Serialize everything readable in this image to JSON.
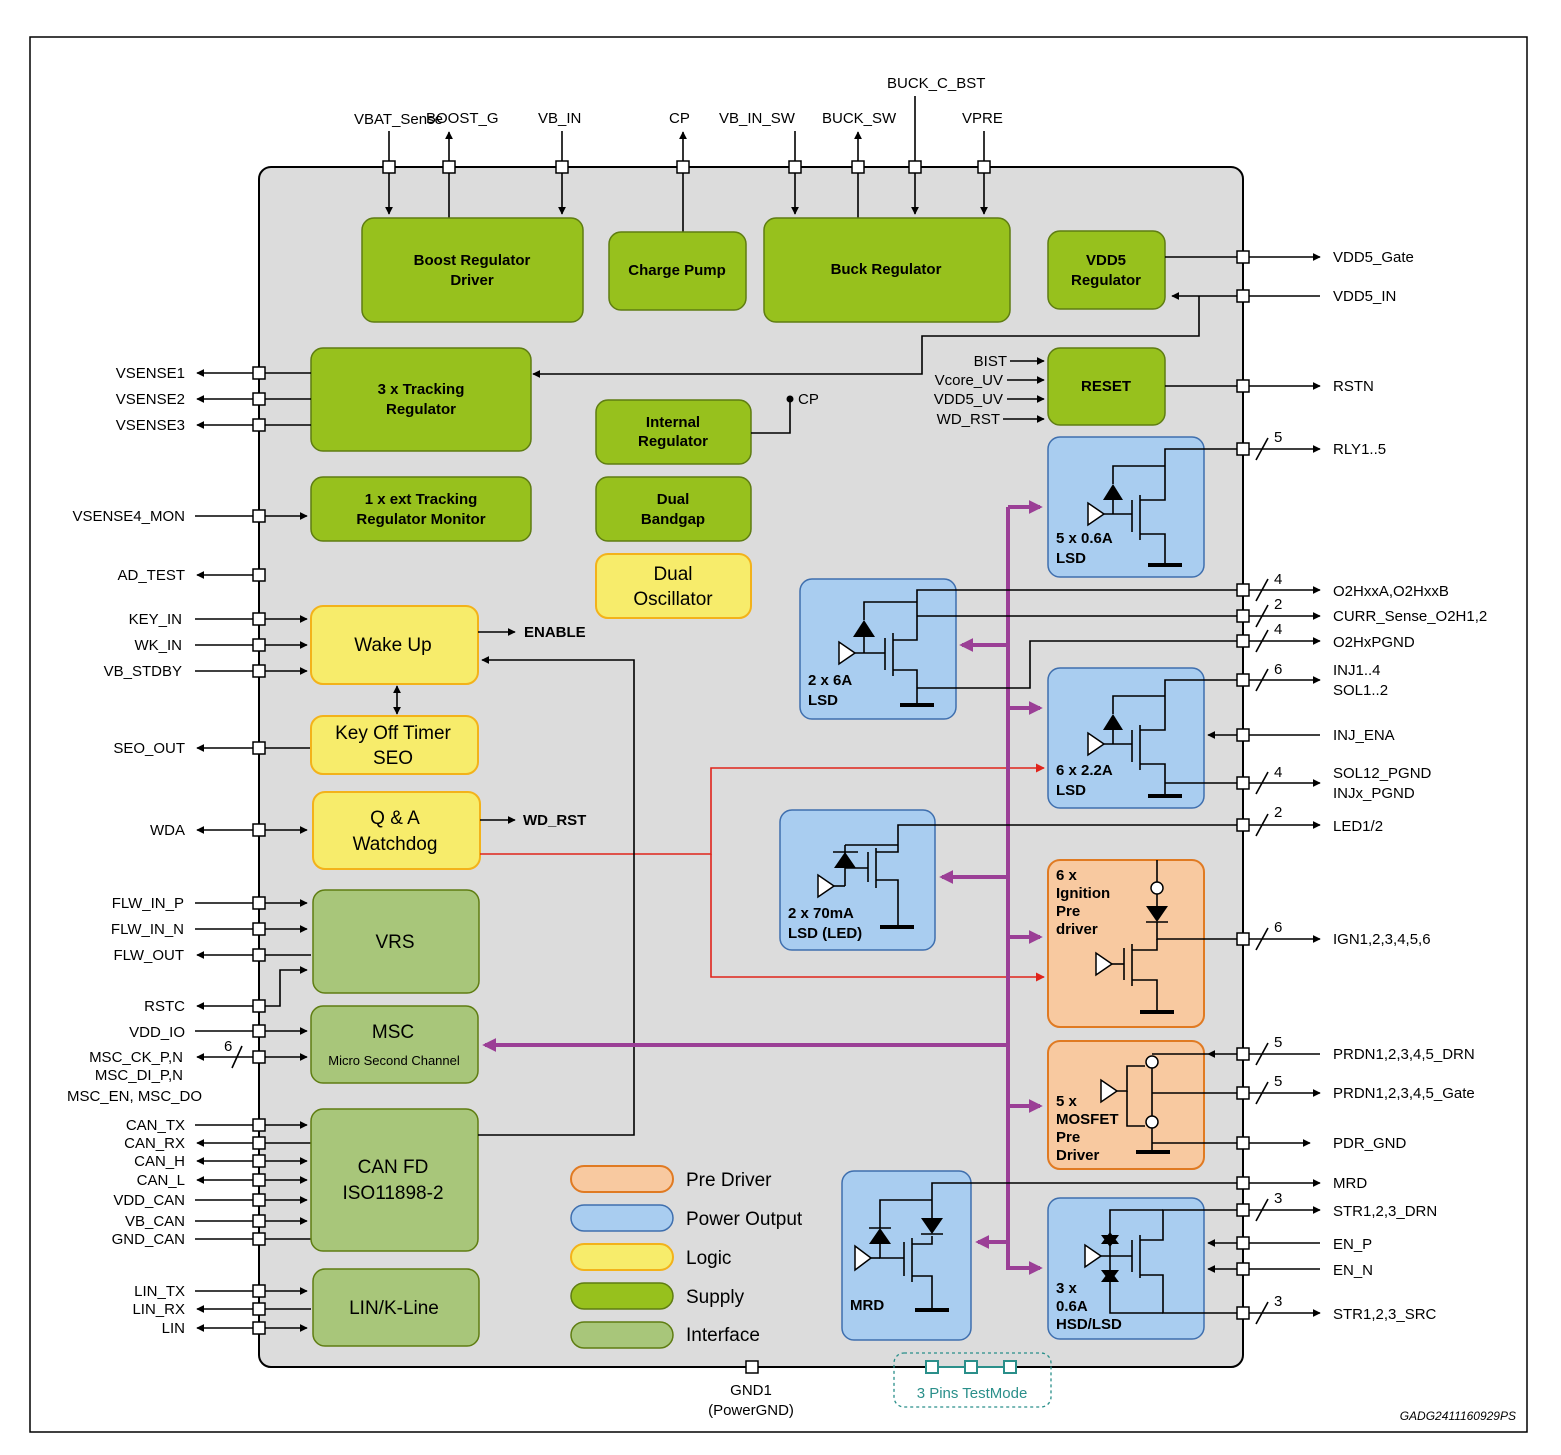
{
  "pins_top": {
    "vbat_sense": "VBAT_Sense",
    "boost_g": "BOOST_G",
    "vb_in": "VB_IN",
    "cp": "CP",
    "vb_in_sw": "VB_IN_SW",
    "buck_sw": "BUCK_SW",
    "buck_c_bst": "BUCK_C_BST",
    "vpre": "VPRE"
  },
  "pins_left": {
    "vsense1": "VSENSE1",
    "vsense2": "VSENSE2",
    "vsense3": "VSENSE3",
    "vsense4_mon": "VSENSE4_MON",
    "ad_test": "AD_TEST",
    "key_in": "KEY_IN",
    "wk_in": "WK_IN",
    "vb_stdby": "VB_STDBY",
    "seo_out": "SEO_OUT",
    "wda": "WDA",
    "flw_in_p": "FLW_IN_P",
    "flw_in_n": "FLW_IN_N",
    "flw_out": "FLW_OUT",
    "rstc": "RSTC",
    "vdd_io": "VDD_IO",
    "msc_ck": "MSC_CK_P,N",
    "msc_di": "MSC_DI_P,N",
    "msc_en_do": "MSC_EN, MSC_DO",
    "msc_bus_width": "6",
    "can_tx": "CAN_TX",
    "can_rx": "CAN_RX",
    "can_h": "CAN_H",
    "can_l": "CAN_L",
    "vdd_can": "VDD_CAN",
    "vb_can": "VB_CAN",
    "gnd_can": "GND_CAN",
    "lin_tx": "LIN_TX",
    "lin_rx": "LIN_RX",
    "lin": "LIN"
  },
  "pins_right": {
    "vdd5_gate": "VDD5_Gate",
    "vdd5_in": "VDD5_IN",
    "rstn": "RSTN",
    "rly": "RLY1..5",
    "rly_n": "5",
    "o2h": "O2HxxA,O2HxxB",
    "o2h_n": "4",
    "curr_sense": "CURR_Sense_O2H1,2",
    "curr_n": "2",
    "o2hpgnd": "O2HxPGND",
    "o2hpgnd_n": "4",
    "inj": "INJ1..4",
    "sol": "SOL1..2",
    "inj_n": "6",
    "inj_ena": "INJ_ENA",
    "sol12_pgnd": "SOL12_PGND",
    "injx_pgnd": "INJx_PGND",
    "sol_pgnd_n": "4",
    "led": "LED1/2",
    "led_n": "2",
    "ign": "IGN1,2,3,4,5,6",
    "ign_n": "6",
    "prdn_drn": "PRDN1,2,3,4,5_DRN",
    "prdn_drn_n": "5",
    "prdn_gate": "PRDN1,2,3,4,5_Gate",
    "prdn_gate_n": "5",
    "pdr_gnd": "PDR_GND",
    "mrd": "MRD",
    "str_drn": "STR1,2,3_DRN",
    "str_drn_n": "3",
    "en_p": "EN_P",
    "en_n": "EN_N",
    "str_src": "STR1,2,3_SRC",
    "str_src_n": "3"
  },
  "pins_bottom": {
    "gnd1": "GND1",
    "powergnd": "(PowerGND)",
    "testmode": "3 Pins TestMode"
  },
  "internal_signals": {
    "bist": "BIST",
    "vcore_uv": "Vcore_UV",
    "vdd5_uv": "VDD5_UV",
    "wd_rst_in": "WD_RST",
    "cp_int": "CP",
    "enable": "ENABLE",
    "wd_rst_out": "WD_RST"
  },
  "blocks": {
    "boost_1": "Boost Regulator",
    "boost_2": "Driver",
    "charge_pump": "Charge Pump",
    "buck": "Buck Regulator",
    "vdd5_1": "VDD5",
    "vdd5_2": "Regulator",
    "tracking_1": "3 x Tracking",
    "tracking_2": "Regulator",
    "ext_tracking_1": "1 x ext Tracking",
    "ext_tracking_2": "Regulator Monitor",
    "internal_1": "Internal",
    "internal_2": "Regulator",
    "bandgap_1": "Dual",
    "bandgap_2": "Bandgap",
    "osc_1": "Dual",
    "osc_2": "Oscillator",
    "reset": "RESET",
    "wakeup": "Wake Up",
    "keyoff_1": "Key Off Timer",
    "keyoff_2": "SEO",
    "watchdog_1": "Q & A",
    "watchdog_2": "Watchdog",
    "vrs": "VRS",
    "msc_1": "MSC",
    "msc_2": "Micro Second Channel",
    "can_1": "CAN FD",
    "can_2": "ISO11898-2",
    "lin": "LIN/K-Line",
    "lsd5_1": "5 x 0.6A",
    "lsd5_2": "LSD",
    "lsd2_1": "2 x 6A",
    "lsd2_2": "LSD",
    "lsd6_1": "6 x 2.2A",
    "lsd6_2": "LSD",
    "led_1": "2 x 70mA",
    "led_2": "LSD (LED)",
    "ign_1": "6 x",
    "ign_2": "Ignition",
    "ign_3": "Pre",
    "ign_4": "driver",
    "mosfet_1": "5 x",
    "mosfet_2": "MOSFET",
    "mosfet_3": "Pre",
    "mosfet_4": "Driver",
    "mrd": "MRD",
    "hsd_1": "3 x",
    "hsd_2": "0.6A",
    "hsd_3": "HSD/LSD"
  },
  "legend": [
    {
      "label": "Pre Driver",
      "color": "#f8c9a0"
    },
    {
      "label": "Power Output",
      "color": "#a9cdf0"
    },
    {
      "label": "Logic",
      "color": "#f7ec6b"
    },
    {
      "label": "Supply",
      "color": "#97c11d"
    },
    {
      "label": "Interface",
      "color": "#a8c67a"
    }
  ],
  "figure_id": "GADG2411160929PS"
}
